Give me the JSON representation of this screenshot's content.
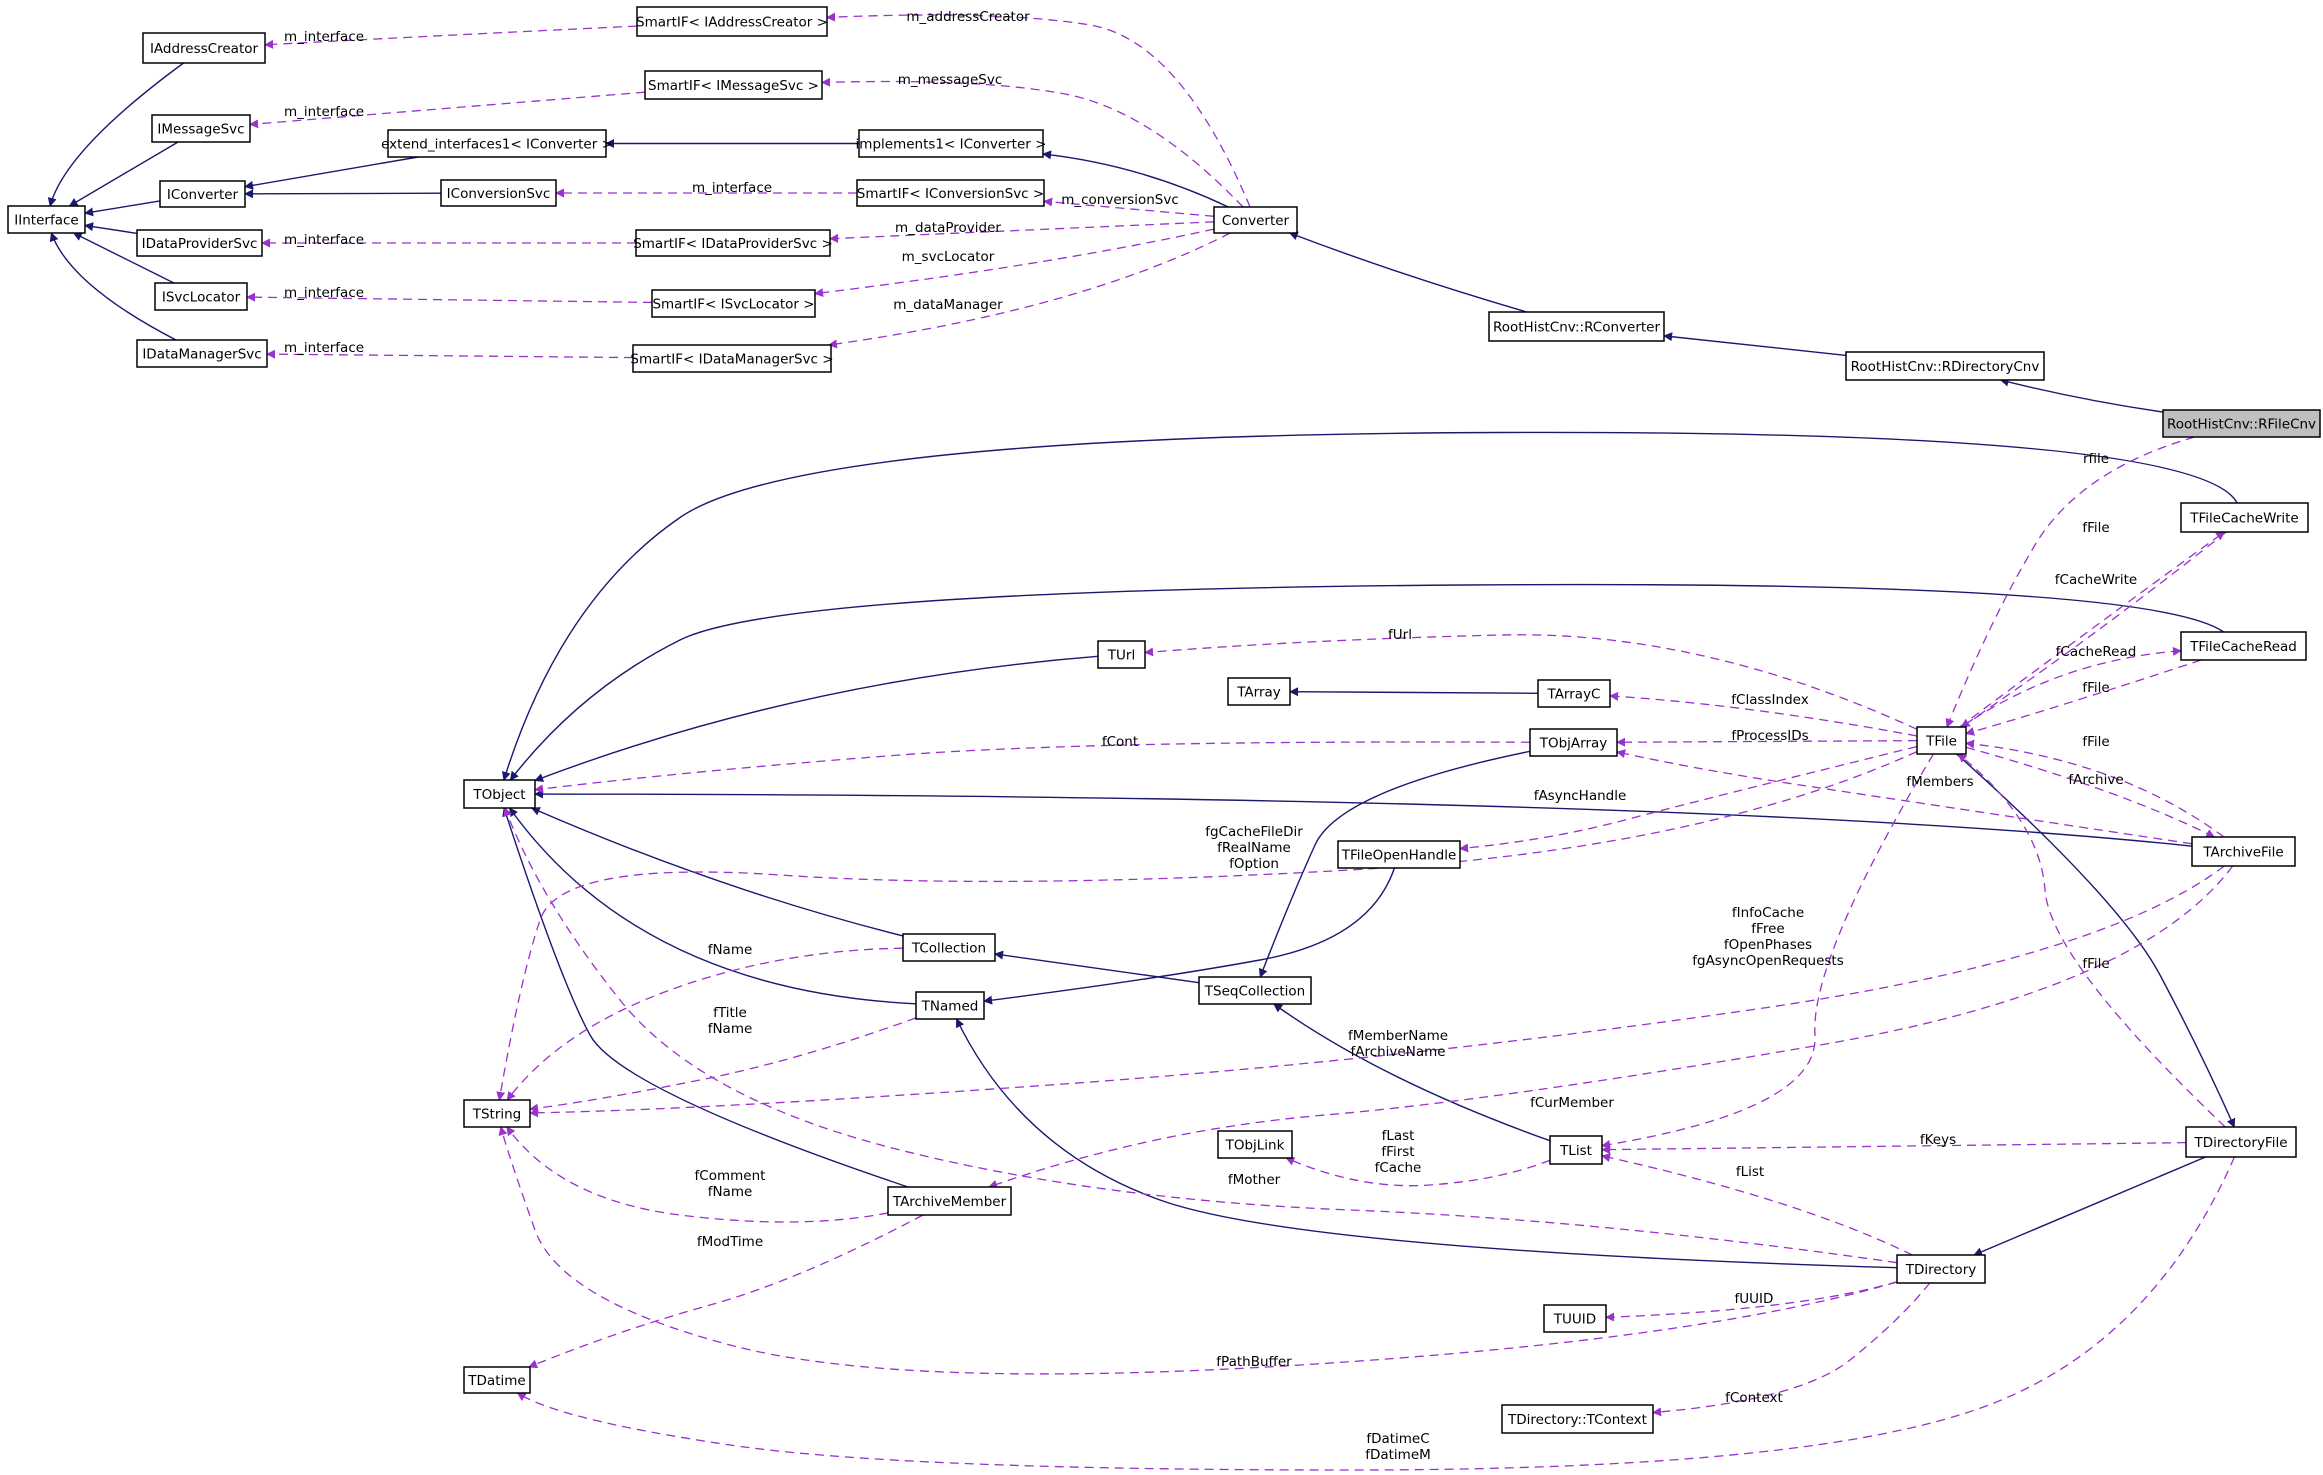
{
  "diagram": {
    "type": "collaboration-graph",
    "colors": {
      "inheritance": "#191970",
      "usage": "#9a32cd",
      "highlight_fill": "#bfbfbf",
      "node_border": "#000000"
    },
    "nodes": [
      {
        "id": "IAddressCreator",
        "label": "IAddressCreator"
      },
      {
        "id": "IMessageSvc",
        "label": "IMessageSvc"
      },
      {
        "id": "IConverter",
        "label": "IConverter"
      },
      {
        "id": "IInterface",
        "label": "IInterface"
      },
      {
        "id": "IDataProviderSvc",
        "label": "IDataProviderSvc"
      },
      {
        "id": "ISvcLocator",
        "label": "ISvcLocator"
      },
      {
        "id": "IDataManagerSvc",
        "label": "IDataManagerSvc"
      },
      {
        "id": "SmartIF_IAddressCreator",
        "label": "SmartIF< IAddressCreator >"
      },
      {
        "id": "SmartIF_IMessageSvc",
        "label": "SmartIF< IMessageSvc >"
      },
      {
        "id": "extend_interfaces1",
        "label": "extend_interfaces1< IConverter >"
      },
      {
        "id": "implements1",
        "label": "implements1< IConverter >"
      },
      {
        "id": "IConversionSvc",
        "label": "IConversionSvc"
      },
      {
        "id": "SmartIF_IConversionSvc",
        "label": "SmartIF< IConversionSvc >"
      },
      {
        "id": "SmartIF_IDataProviderSvc",
        "label": "SmartIF< IDataProviderSvc >"
      },
      {
        "id": "SmartIF_ISvcLocator",
        "label": "SmartIF< ISvcLocator >"
      },
      {
        "id": "SmartIF_IDataManagerSvc",
        "label": "SmartIF< IDataManagerSvc >"
      },
      {
        "id": "Converter",
        "label": "Converter"
      },
      {
        "id": "RConverter",
        "label": "RootHistCnv::RConverter"
      },
      {
        "id": "RDirectoryCnv",
        "label": "RootHistCnv::RDirectoryCnv"
      },
      {
        "id": "RFileCnv",
        "label": "RootHistCnv::RFileCnv",
        "highlight": true
      },
      {
        "id": "TFileCacheWrite",
        "label": "TFileCacheWrite"
      },
      {
        "id": "TFileCacheRead",
        "label": "TFileCacheRead"
      },
      {
        "id": "TUrl",
        "label": "TUrl"
      },
      {
        "id": "TArray",
        "label": "TArray"
      },
      {
        "id": "TArrayC",
        "label": "TArrayC"
      },
      {
        "id": "TObjArray",
        "label": "TObjArray"
      },
      {
        "id": "TFile",
        "label": "TFile"
      },
      {
        "id": "TObject",
        "label": "TObject"
      },
      {
        "id": "TFileOpenHandle",
        "label": "TFileOpenHandle"
      },
      {
        "id": "TArchiveFile",
        "label": "TArchiveFile"
      },
      {
        "id": "TCollection",
        "label": "TCollection"
      },
      {
        "id": "TSeqCollection",
        "label": "TSeqCollection"
      },
      {
        "id": "TNamed",
        "label": "TNamed"
      },
      {
        "id": "TString",
        "label": "TString"
      },
      {
        "id": "TObjLink",
        "label": "TObjLink"
      },
      {
        "id": "TList",
        "label": "TList"
      },
      {
        "id": "TDirectoryFile",
        "label": "TDirectoryFile"
      },
      {
        "id": "TArchiveMember",
        "label": "TArchiveMember"
      },
      {
        "id": "TDirectory",
        "label": "TDirectory"
      },
      {
        "id": "TUUID",
        "label": "TUUID"
      },
      {
        "id": "TDatime",
        "label": "TDatime"
      },
      {
        "id": "TContext",
        "label": "TDirectory::TContext"
      }
    ],
    "edge_labels": [
      {
        "id": "l_m_addressCreator",
        "lines": [
          "m_addressCreator"
        ]
      },
      {
        "id": "l_m_interface_1",
        "lines": [
          "m_interface"
        ]
      },
      {
        "id": "l_m_messageSvc",
        "lines": [
          "m_messageSvc"
        ]
      },
      {
        "id": "l_m_interface_2",
        "lines": [
          "m_interface"
        ]
      },
      {
        "id": "l_m_interface_3",
        "lines": [
          "m_interface"
        ]
      },
      {
        "id": "l_m_conversionSvc",
        "lines": [
          "m_conversionSvc"
        ]
      },
      {
        "id": "l_m_interface_4",
        "lines": [
          "m_interface"
        ]
      },
      {
        "id": "l_m_dataProvider",
        "lines": [
          "m_dataProvider"
        ]
      },
      {
        "id": "l_m_svcLocator",
        "lines": [
          "m_svcLocator"
        ]
      },
      {
        "id": "l_m_interface_5",
        "lines": [
          "m_interface"
        ]
      },
      {
        "id": "l_m_dataManager",
        "lines": [
          "m_dataManager"
        ]
      },
      {
        "id": "l_m_interface_6",
        "lines": [
          "m_interface"
        ]
      },
      {
        "id": "l_rfile",
        "lines": [
          "rfile"
        ]
      },
      {
        "id": "l_fFile_1",
        "lines": [
          "fFile"
        ]
      },
      {
        "id": "l_fCacheWrite",
        "lines": [
          "fCacheWrite"
        ]
      },
      {
        "id": "l_fUrl",
        "lines": [
          "fUrl"
        ]
      },
      {
        "id": "l_fCacheRead",
        "lines": [
          "fCacheRead"
        ]
      },
      {
        "id": "l_fFile_2",
        "lines": [
          "fFile"
        ]
      },
      {
        "id": "l_fClassIndex",
        "lines": [
          "fClassIndex"
        ]
      },
      {
        "id": "l_fProcessIDs",
        "lines": [
          "fProcessIDs"
        ]
      },
      {
        "id": "l_fCont",
        "lines": [
          "fCont"
        ]
      },
      {
        "id": "l_fFile_3",
        "lines": [
          "fFile"
        ]
      },
      {
        "id": "l_fMembers",
        "lines": [
          "fMembers"
        ]
      },
      {
        "id": "l_fArchive",
        "lines": [
          "fArchive"
        ]
      },
      {
        "id": "l_fAsyncHandle",
        "lines": [
          "fAsyncHandle"
        ]
      },
      {
        "id": "l_fgCacheFileDir",
        "lines": [
          "fgCacheFileDir",
          "fRealName",
          "fOption"
        ]
      },
      {
        "id": "l_fInfoCache",
        "lines": [
          "fInfoCache",
          "fFree",
          "fOpenPhases",
          "fgAsyncOpenRequests"
        ]
      },
      {
        "id": "l_fName_1",
        "lines": [
          "fName"
        ]
      },
      {
        "id": "l_fFile_4",
        "lines": [
          "fFile"
        ]
      },
      {
        "id": "l_fTitle",
        "lines": [
          "fTitle",
          "fName"
        ]
      },
      {
        "id": "l_fMemberName",
        "lines": [
          "fMemberName",
          "fArchiveName"
        ]
      },
      {
        "id": "l_fCurMember",
        "lines": [
          "fCurMember"
        ]
      },
      {
        "id": "l_fKeys",
        "lines": [
          "fKeys"
        ]
      },
      {
        "id": "l_fLast",
        "lines": [
          "fLast",
          "fFirst",
          "fCache"
        ]
      },
      {
        "id": "l_fMother",
        "lines": [
          "fMother"
        ]
      },
      {
        "id": "l_fList",
        "lines": [
          "fList"
        ]
      },
      {
        "id": "l_fComment",
        "lines": [
          "fComment",
          "fName"
        ]
      },
      {
        "id": "l_fModTime",
        "lines": [
          "fModTime"
        ]
      },
      {
        "id": "l_fUUID",
        "lines": [
          "fUUID"
        ]
      },
      {
        "id": "l_fPathBuffer",
        "lines": [
          "fPathBuffer"
        ]
      },
      {
        "id": "l_fContext",
        "lines": [
          "fContext"
        ]
      },
      {
        "id": "l_fDatime",
        "lines": [
          "fDatimeC",
          "fDatimeM"
        ]
      }
    ]
  }
}
